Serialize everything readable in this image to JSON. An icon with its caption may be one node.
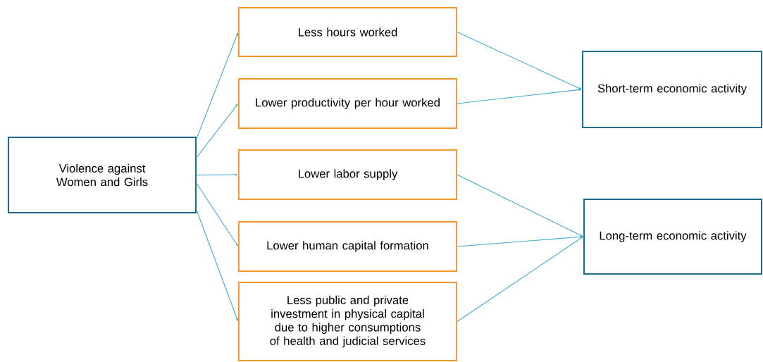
{
  "diagram": {
    "nodes": [
      {
        "text": [
          "Violence against Women and Girls"
        ]
      },
      {
        "text": [
          "Less hours worked"
        ]
      },
      {
        "text": [
          "Lower productivity per hour worked"
        ]
      },
      {
        "text": [
          "Lower labor supply"
        ]
      },
      {
        "text": [
          "Lower human capital formation"
        ]
      },
      {
        "text": [
          "Less public and private investment in physical capital due to higher consumptions of health and judicial services"
        ]
      },
      {
        "text": [
          "Short-term economic activity"
        ]
      },
      {
        "text": [
          "Long-term economic activity"
        ]
      }
    ],
    "edges": [
      {
        "from": 0,
        "to": 1,
        "arrow": "to"
      },
      {
        "from": 0,
        "to": 2,
        "arrow": "to"
      },
      {
        "from": 0,
        "to": 3,
        "arrow": "to"
      },
      {
        "from": 0,
        "to": 4,
        "arrow": "to"
      },
      {
        "from": 0,
        "to": 5,
        "arrow": "to"
      },
      {
        "from": 1,
        "to": 6,
        "arrow": "to"
      },
      {
        "from": 2,
        "to": 6,
        "arrow": "to"
      },
      {
        "from": 3,
        "to": 7,
        "arrow": "to"
      },
      {
        "from": 4,
        "to": 7,
        "arrow": "to"
      },
      {
        "from": 5,
        "to": 7,
        "arrow": "to"
      }
    ]
  }
}
